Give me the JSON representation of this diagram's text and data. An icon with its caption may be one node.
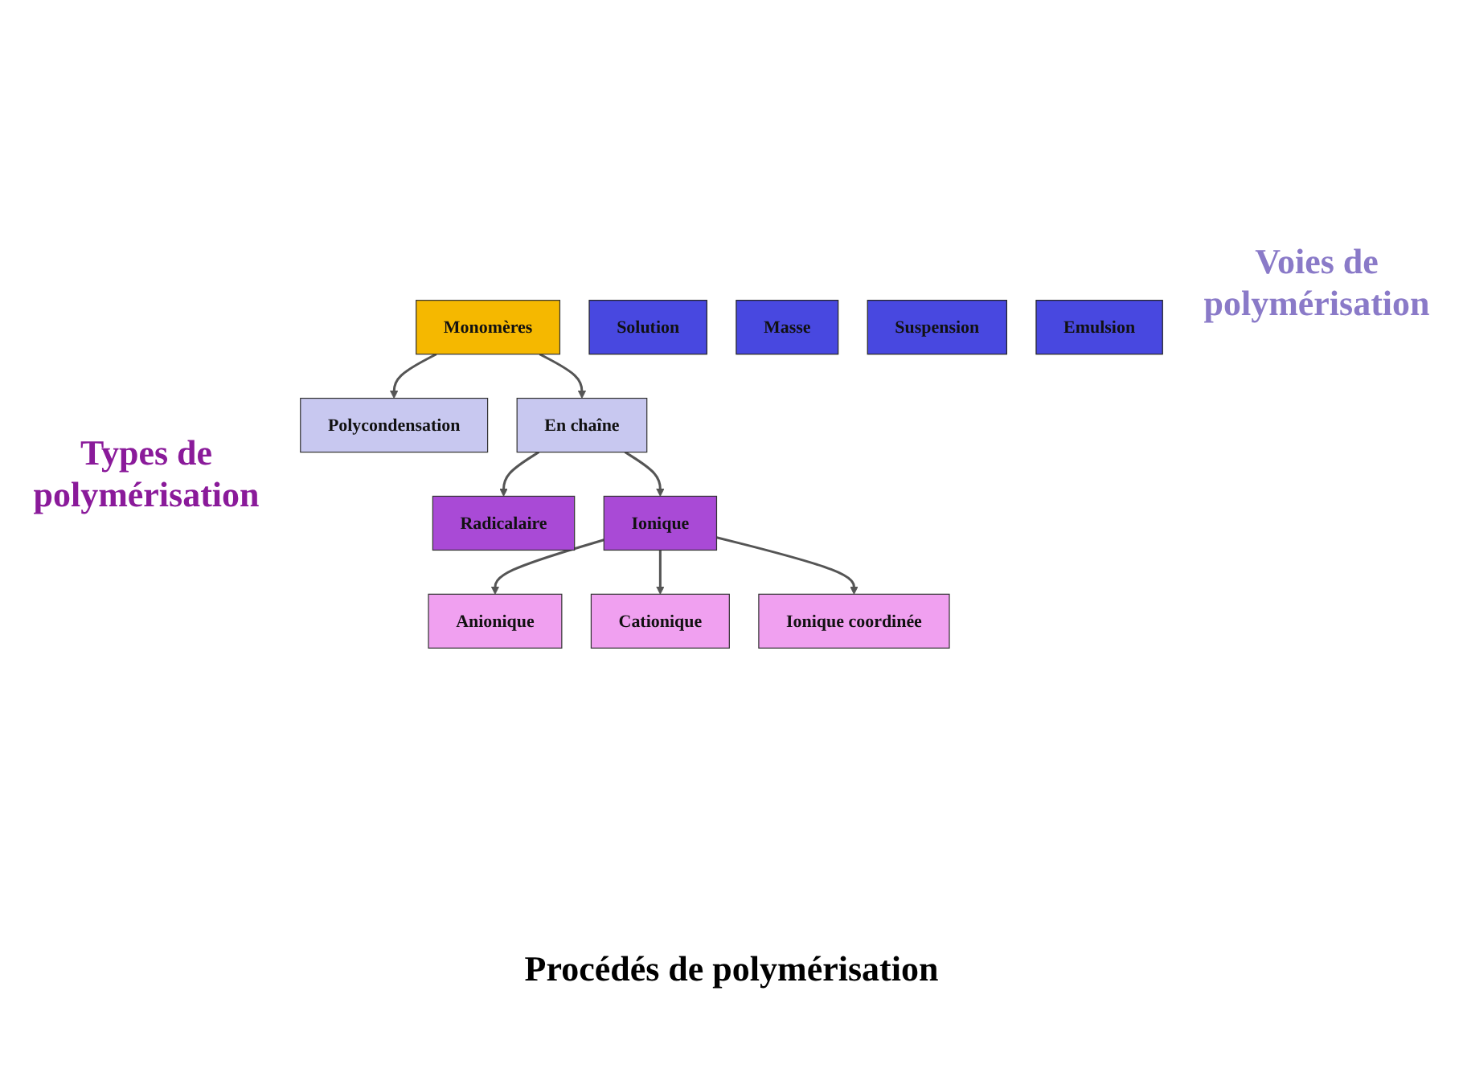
{
  "diagram": {
    "nodes": [
      {
        "text": [
          "Monomères"
        ]
      },
      {
        "text": [
          "Polycondensation"
        ]
      },
      {
        "text": [
          "En chaîne"
        ]
      },
      {
        "text": [
          "Radicalaire"
        ]
      },
      {
        "text": [
          "Ionique"
        ]
      },
      {
        "text": [
          "Anionique"
        ]
      },
      {
        "text": [
          "Cationique"
        ]
      },
      {
        "text": [
          "Ionique coordinée"
        ]
      },
      {
        "text": [
          "Solution"
        ]
      },
      {
        "text": [
          "Masse"
        ]
      },
      {
        "text": [
          "Suspension"
        ]
      },
      {
        "text": [
          "Emulsion"
        ]
      }
    ],
    "edges": [
      {
        "from": 0,
        "to": 1,
        "arrow": "to"
      },
      {
        "from": 0,
        "to": 2,
        "arrow": "to"
      },
      {
        "from": 2,
        "to": 3,
        "arrow": "to"
      },
      {
        "from": 2,
        "to": 4,
        "arrow": "to"
      },
      {
        "from": 4,
        "to": 5,
        "arrow": "to"
      },
      {
        "from": 4,
        "to": 6,
        "arrow": "to"
      },
      {
        "from": 4,
        "to": 7,
        "arrow": "to"
      }
    ],
    "labels": [
      "Voies de polymérisation",
      "Types de polymérisation",
      "Procédés de polymérisation"
    ]
  }
}
